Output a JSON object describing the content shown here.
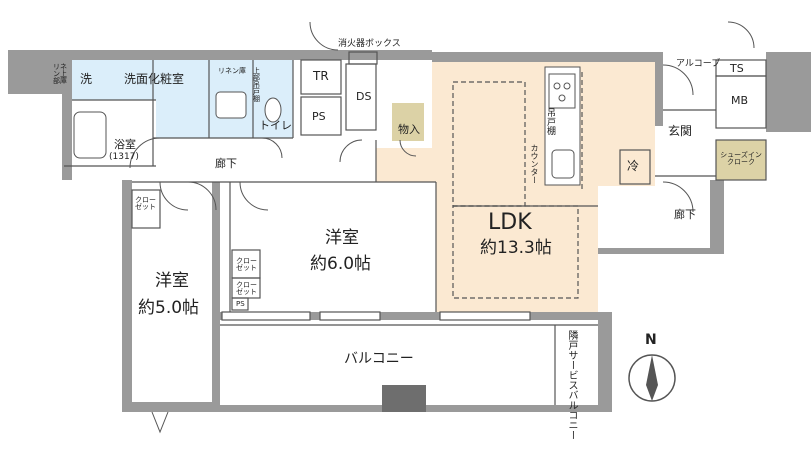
{
  "labels": {
    "fire_box": "消火器ボックス",
    "alcove": "アルコーブ",
    "ts": "TS",
    "mb": "MB",
    "linen_upper": "リネン上部庫",
    "wash": "洗",
    "washroom": "洗面化粧室",
    "linen": "リネン庫",
    "upper_hanging": "上部吊戸棚",
    "tr": "TR",
    "ds": "DS",
    "ps_main": "PS",
    "toilet": "トイレ",
    "bathroom": "浴室",
    "bath_size": "(1317)",
    "corridor_left": "廊下",
    "storage": "物入",
    "kitchen_hanging": "吊戸棚",
    "counter": "カウンター",
    "fridge": "冷",
    "entrance": "玄関",
    "shoes_closet": "シューズインクローク",
    "corridor_right": "廊下",
    "closet_left": "クローゼット",
    "western_room_1": "洋室",
    "western_room_1_size": "約6.0帖",
    "closet_a": "クローゼット",
    "closet_b": "クローゼット",
    "ps_small": "PS",
    "western_room_2": "洋室",
    "western_room_2_size": "約5.0帖",
    "ldk": "LDK",
    "ldk_size": "約13.3帖",
    "balcony": "バルコニー",
    "service_balcony": "隣戸サービスバルコニー",
    "north": "N"
  },
  "colors": {
    "wall": "#9a9a9a",
    "wall_dark": "#6e6e6e",
    "line": "#555555",
    "wet": "#dbeefa",
    "ldk_floor": "#fbe9d2",
    "storage": "#dcd2a6",
    "balcony_floor": "#ffffff"
  },
  "icons": [
    "compass-icon",
    "stove-icon",
    "sink-icon",
    "bathtub-icon",
    "toilet-icon",
    "washbasin-icon",
    "door-swing-icon"
  ]
}
